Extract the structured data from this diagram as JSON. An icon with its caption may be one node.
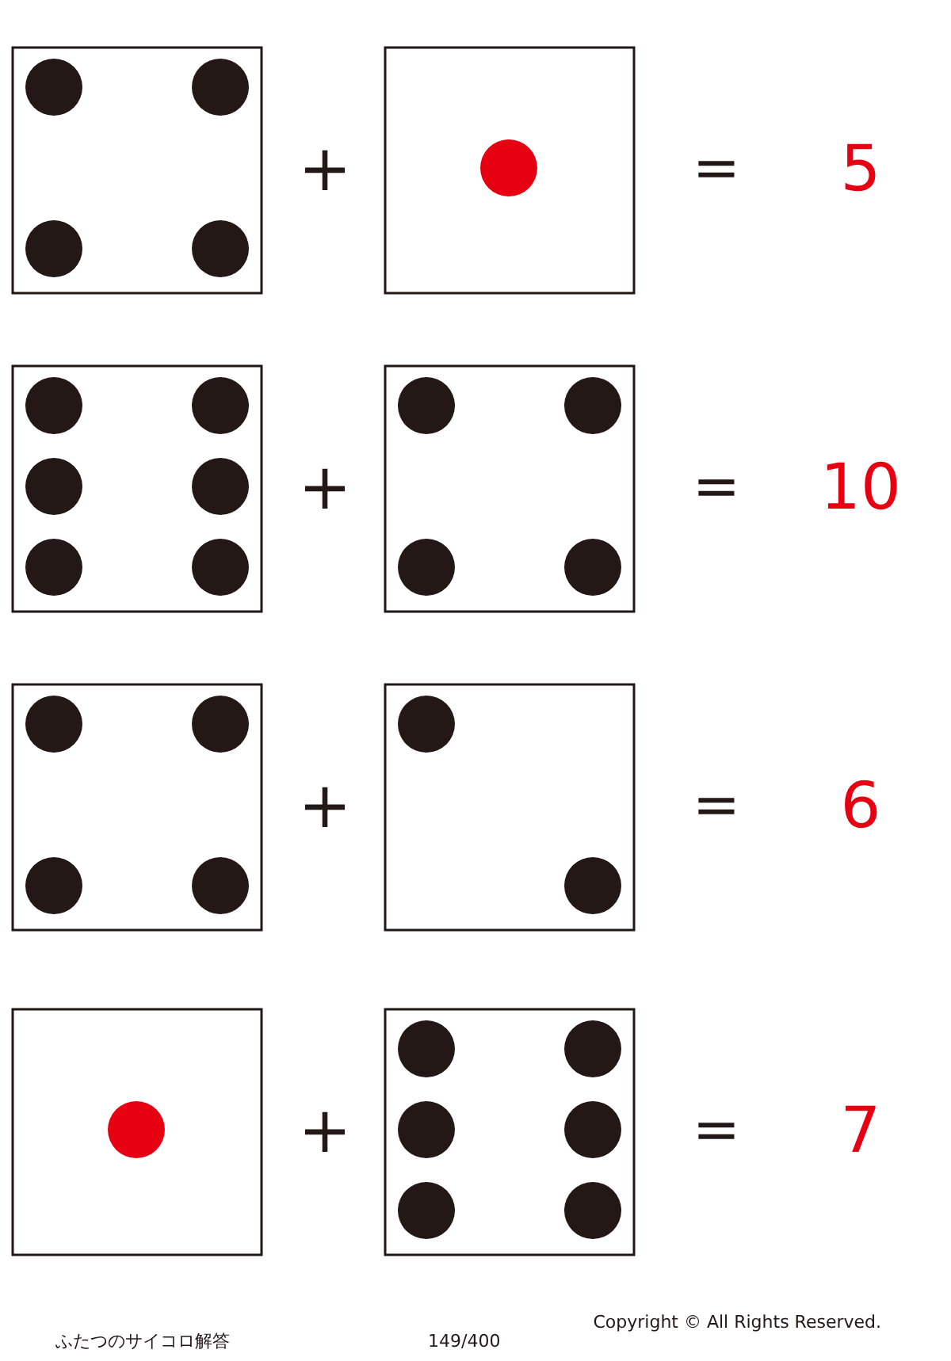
{
  "diagram": {
    "labels": [
      "+",
      "=",
      "5",
      "+",
      "=",
      "10",
      "+",
      "=",
      "6",
      "+",
      "=",
      "7",
      "ふたつのサイコロ解答",
      "149/400",
      "Copyright © All Rights Reserved."
    ]
  }
}
